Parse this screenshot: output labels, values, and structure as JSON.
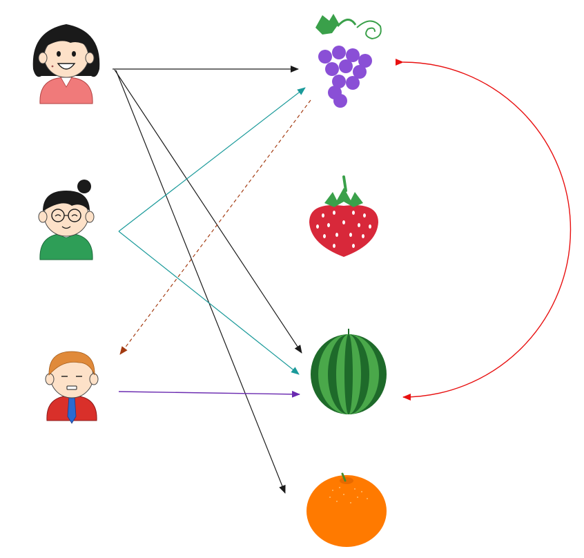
{
  "people": [
    {
      "id": "girl",
      "icon": "smiling-woman-icon",
      "shirt_color": "#f07a7a",
      "hair_color": "#1a1a1a"
    },
    {
      "id": "boy-glasses",
      "icon": "boy-with-glasses-icon",
      "shirt_color": "#2e9e57",
      "hair_color": "#1a1a1a"
    },
    {
      "id": "man-tie",
      "icon": "man-with-tie-icon",
      "shirt_color": "#d9302a",
      "hair_color": "#e08a3a"
    }
  ],
  "fruits": [
    {
      "id": "grape",
      "icon": "grape-icon",
      "color": "#8a4fd6"
    },
    {
      "id": "strawberry",
      "icon": "strawberry-icon",
      "color": "#d8283a"
    },
    {
      "id": "watermelon",
      "icon": "watermelon-icon",
      "color": "#2e8a3a"
    },
    {
      "id": "orange",
      "icon": "orange-icon",
      "color": "#ff7a00"
    }
  ],
  "edges": [
    {
      "from": "girl",
      "to": "grape",
      "color": "#1a1a1a",
      "style": "solid"
    },
    {
      "from": "girl",
      "to": "watermelon",
      "color": "#1a1a1a",
      "style": "solid"
    },
    {
      "from": "girl",
      "to": "orange",
      "color": "#1a1a1a",
      "style": "solid"
    },
    {
      "from": "boy-glasses",
      "to": "grape",
      "color": "#1a9a9a",
      "style": "solid"
    },
    {
      "from": "boy-glasses",
      "to": "watermelon",
      "color": "#1a9a9a",
      "style": "solid"
    },
    {
      "from": "grape",
      "to": "man-tie",
      "color": "#a33a10",
      "style": "dashed"
    },
    {
      "from": "man-tie",
      "to": "watermelon",
      "color": "#6a2ab0",
      "style": "solid"
    },
    {
      "from": "grape",
      "to": "watermelon",
      "color": "#e81010",
      "style": "solid",
      "bidirectional": true,
      "curved": true
    }
  ]
}
